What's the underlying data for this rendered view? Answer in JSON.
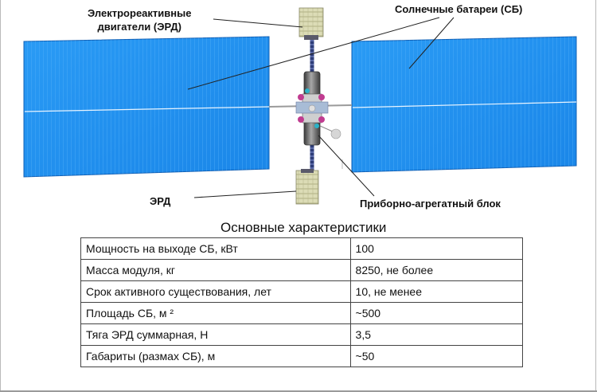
{
  "labels": {
    "electric_thrusters": "Электрореактивные\nдвигатели (ЭРД)",
    "solar_panels": "Солнечные батареи (СБ)",
    "erd": "ЭРД",
    "instrument_block": "Приборно-агрегатный блок"
  },
  "table": {
    "title": "Основные характеристики",
    "rows": [
      {
        "param": "Мощность на выходе СБ, кВт",
        "value": "100"
      },
      {
        "param": "Масса модуля, кг",
        "value": "8250, не более"
      },
      {
        "param": "Срок активного существования, лет",
        "value": "10, не менее"
      },
      {
        "param": "Площадь СБ, м ²",
        "value": "~500"
      },
      {
        "param": "Тяга ЭРД суммарная, Н",
        "value": "3,5"
      },
      {
        "param": "Габариты (размах СБ), м",
        "value": "~50"
      }
    ]
  },
  "colors": {
    "panel_blue": "#1e8ff0",
    "panel_edge": "#1260b5",
    "thruster_fill": "#d8d8b0",
    "truss": "#2f3e7a"
  }
}
